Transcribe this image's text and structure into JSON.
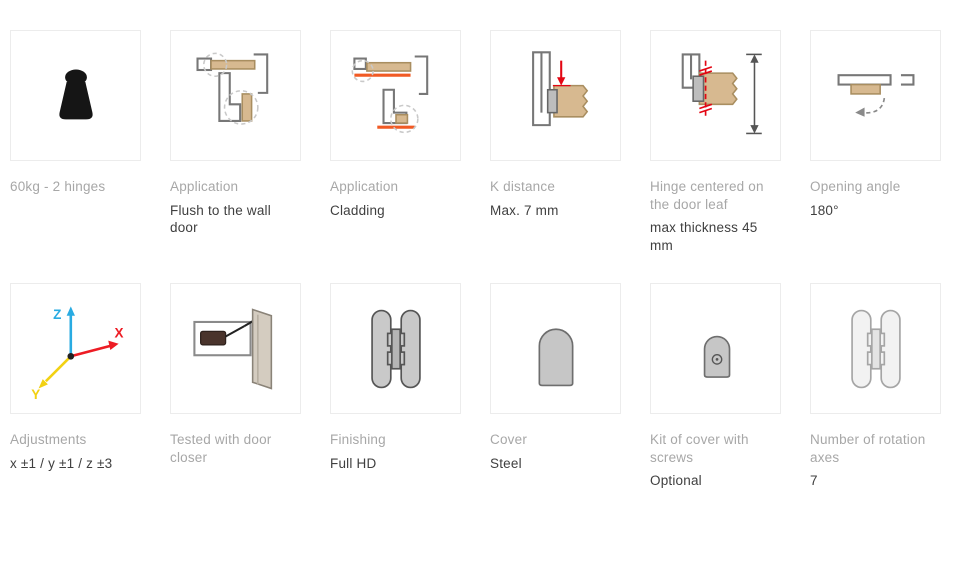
{
  "colors": {
    "accent_orange": "#f15a24",
    "wood_beige": "#d7b990",
    "wood_outline": "#a98e60",
    "red_marker": "#e30613",
    "axis_z_blue": "#29abe2",
    "axis_x_red": "#ed1c24",
    "axis_y_yellow": "#f2d113",
    "label_gray": "#a7a7a7",
    "value_dark": "#3f3f3f",
    "card_border": "#ececec",
    "steel_gray": "#c9c9c9"
  },
  "tiles": [
    {
      "icon": "weight-icon",
      "label": "60kg - 2 hinges",
      "value": ""
    },
    {
      "icon": "application-flush-icon",
      "label": "Application",
      "value": "Flush to the wall door"
    },
    {
      "icon": "application-cladding-icon",
      "label": "Application",
      "value": "Cladding"
    },
    {
      "icon": "k-distance-icon",
      "label": "K distance",
      "value": "Max. 7 mm"
    },
    {
      "icon": "hinge-centered-icon",
      "label": "Hinge centered on the door leaf",
      "value": "max thickness 45 mm"
    },
    {
      "icon": "opening-angle-icon",
      "label": "Opening angle",
      "value": "180°"
    },
    {
      "icon": "adjustment-axes-icon",
      "label": "Adjustments",
      "value": "x ±1 / y ±1 / z ±3",
      "axes": {
        "z": "Z",
        "x": "X",
        "y": "Y"
      }
    },
    {
      "icon": "door-closer-icon",
      "label": "Tested with door closer",
      "value": ""
    },
    {
      "icon": "hinge-steel-icon",
      "label": "Finishing",
      "value": "Full HD"
    },
    {
      "icon": "cover-icon",
      "label": "Cover",
      "value": "Steel"
    },
    {
      "icon": "cover-kit-icon",
      "label": "Kit of cover with screws",
      "value": "Optional"
    },
    {
      "icon": "hinge-axes-icon",
      "label": "Number of rotation axes",
      "value": "7"
    }
  ]
}
